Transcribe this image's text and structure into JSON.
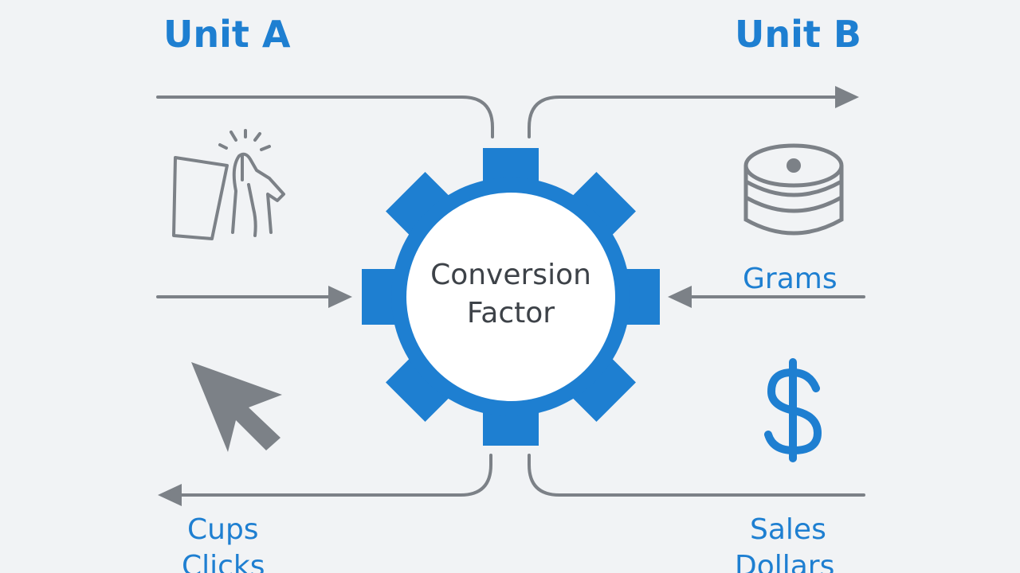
{
  "unit_a": {
    "title": "Unit A",
    "labels": [
      "Cups",
      "Clicks"
    ]
  },
  "unit_b": {
    "title": "Unit B",
    "labels": [
      "Grams",
      "Sales",
      "Dollars"
    ]
  },
  "center": {
    "line1": "Conversion",
    "line2": "Factor"
  },
  "icons": {
    "left_top": "cup-hand-icon",
    "left_bottom": "mouse-cursor-icon",
    "right_top": "coin-stack-icon",
    "right_bottom": "dollar-sign-icon",
    "center": "gear-icon"
  },
  "colors": {
    "accent": "#1e7fd1",
    "line": "#7c8187",
    "text": "#3d4248",
    "background": "#f1f3f5"
  }
}
